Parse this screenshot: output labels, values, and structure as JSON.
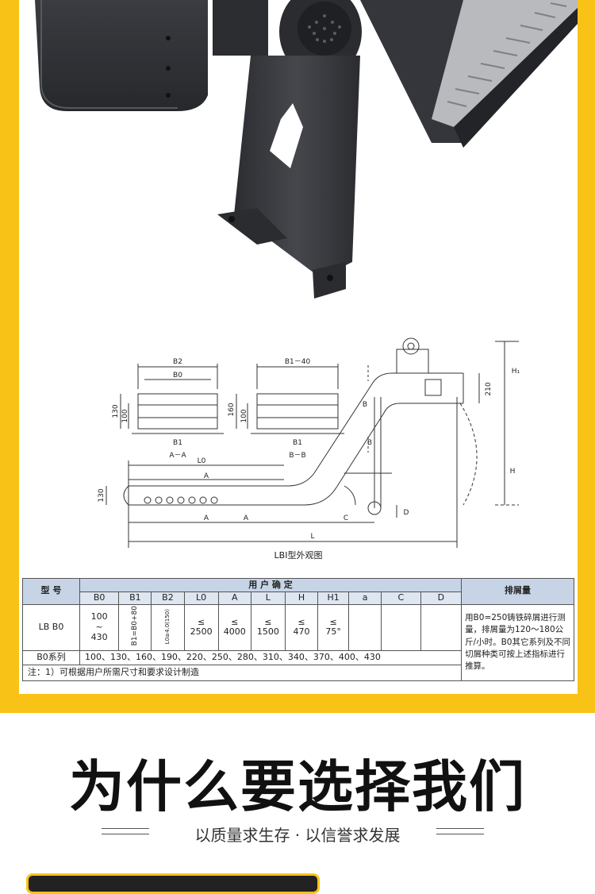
{
  "drawing": {
    "section_aa": {
      "b2": "B2",
      "b0": "B0",
      "b1": "B1",
      "h1": "130",
      "h2": "100",
      "caption": "A－A"
    },
    "section_bb": {
      "top": "B1－40",
      "b1": "B1",
      "h1": "160",
      "h2": "100",
      "caption": "B－B"
    },
    "side": {
      "L0": "L0",
      "A_upper": "A",
      "A_lower": "A",
      "A_mid": "A",
      "L": "L",
      "C": "C",
      "D": "D",
      "H": "H",
      "H1": "H₁",
      "d210": "210",
      "d130": "130",
      "B_upper": "B",
      "B_lower": "B"
    },
    "caption": "LBⅠ型外观图"
  },
  "spec_table": {
    "model_label": "型  号",
    "user_label": "用  户  确  定",
    "discharge_label": "排屑量",
    "columns": [
      "B0",
      "B1",
      "B2",
      "L0",
      "A",
      "L",
      "H",
      "H1",
      "a",
      "C",
      "D"
    ],
    "row_model": "LB B0",
    "b0_range": [
      "100",
      "~",
      "430"
    ],
    "b1_formula": "B1=B0+80",
    "b2_formula": "L0≥4.0(150)",
    "le": "≤",
    "values": {
      "L0": "2500",
      "A": "4000",
      "L": "1500",
      "H": "470",
      "H1": "75°"
    },
    "series_label": "B0系列",
    "series_values": "100、130、160、190、220、250、280、310、340、370、400、430",
    "note": "注：1）可根据用户所需尺寸和要求设计制造",
    "discharge_note": "用B0=250铸铁碎屑进行测量，排屑量为120～180公斤/小时。B0其它系列及不同切屑种类可按上述指标进行推算。"
  },
  "heading": "为什么要选择我们",
  "motto": "以质量求生存 · 以信誉求发展"
}
